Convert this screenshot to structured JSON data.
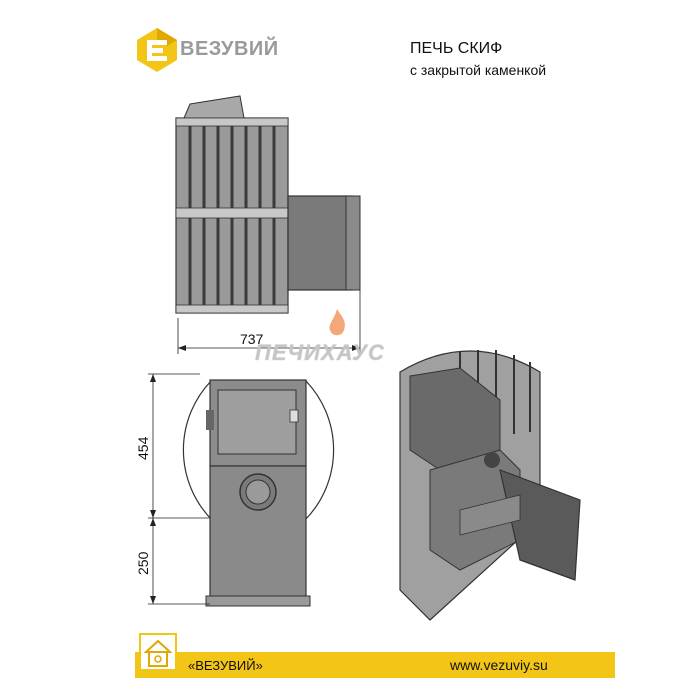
{
  "header": {
    "brand": "ВЕЗУВИЙ",
    "title": "ПЕЧЬ СКИФ",
    "subtitle": "с закрытой каменкой"
  },
  "dimensions": {
    "width": "737",
    "height_upper": "454",
    "height_lower": "250"
  },
  "watermark": "ПЕЧИХАУС",
  "footer": {
    "brand": "«ВЕЗУВИЙ»",
    "url": "www.vezuviy.su"
  },
  "colors": {
    "accent": "#f3c516",
    "logo_dark": "#e0a800",
    "steel": "#8f8f8f",
    "steel_dark": "#5e5e5e"
  },
  "icons": {
    "logo": "vezuviy-logo-icon",
    "footer": "house-stove-icon",
    "watermark": "flame-icon"
  }
}
